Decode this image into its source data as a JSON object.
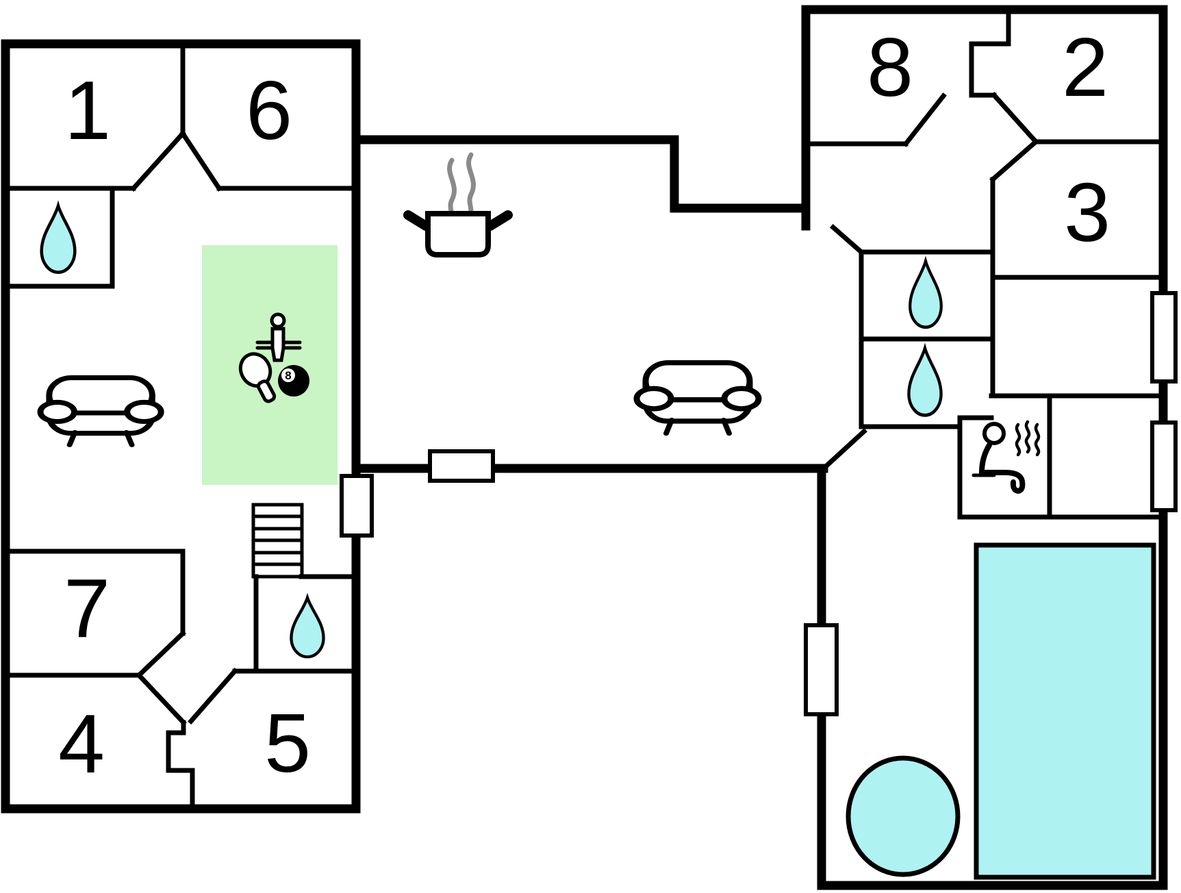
{
  "colors": {
    "wall": "#000000",
    "water": "#aff2f2",
    "recreation": "#c8f5c3",
    "steam": "#8a8a8a",
    "bg": "#ffffff"
  },
  "rooms": [
    {
      "id": "room-1",
      "label": "1"
    },
    {
      "id": "room-6",
      "label": "6"
    },
    {
      "id": "room-8",
      "label": "8"
    },
    {
      "id": "room-2",
      "label": "2"
    },
    {
      "id": "room-3",
      "label": "3"
    },
    {
      "id": "room-7",
      "label": "7"
    },
    {
      "id": "room-4",
      "label": "4"
    },
    {
      "id": "room-5",
      "label": "5"
    }
  ],
  "game_area": {
    "ball_label": "8"
  },
  "icons": [
    {
      "name": "water-drop-icon",
      "meaning": "bathroom / wet room",
      "count": 4
    },
    {
      "name": "sofa-icon",
      "meaning": "lounge seating",
      "count": 2
    },
    {
      "name": "cooking-pot-icon",
      "meaning": "kitchen"
    },
    {
      "name": "game-room-icon",
      "meaning": "recreation room (foosball, table tennis, billiards)"
    },
    {
      "name": "sauna-icon",
      "meaning": "sauna"
    },
    {
      "name": "stairs-icon",
      "meaning": "staircase"
    },
    {
      "name": "pool",
      "meaning": "swimming pool"
    },
    {
      "name": "hot-tub",
      "meaning": "hot tub"
    }
  ]
}
